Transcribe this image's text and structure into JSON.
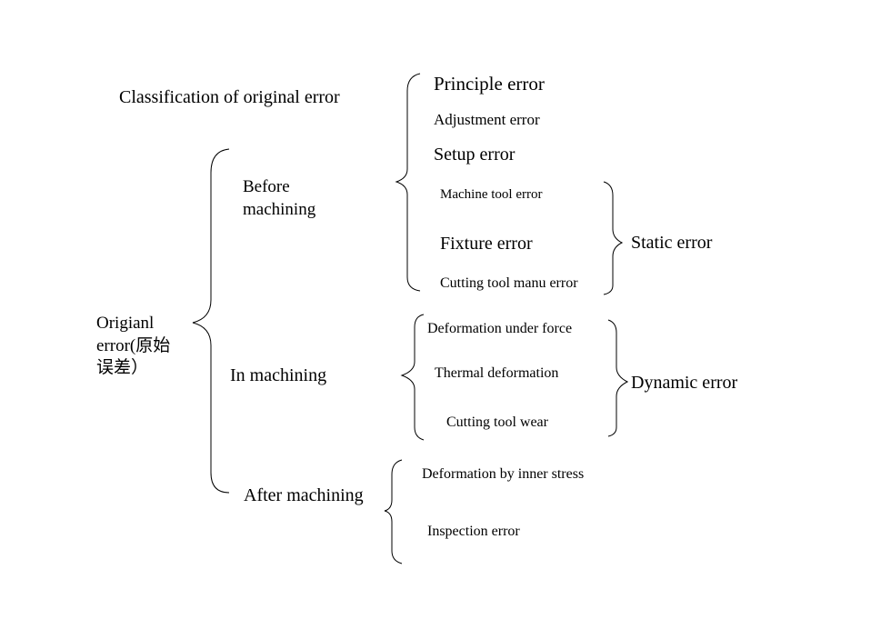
{
  "title": "Classification of original error",
  "root": "Origianl error(原始误差）",
  "stages": {
    "before": "Before machining",
    "in": "In machining",
    "after": "After machining"
  },
  "before_items": {
    "principle": "Principle error",
    "adjustment": "Adjustment error",
    "setup": "Setup error",
    "machine_tool": "Machine tool error",
    "fixture": "Fixture error",
    "cutting_tool_manu": "Cutting tool manu error"
  },
  "in_items": {
    "deformation_force": "Deformation under force",
    "thermal": "Thermal deformation",
    "tool_wear": "Cutting tool wear"
  },
  "after_items": {
    "inner_stress": "Deformation by inner stress",
    "inspection": "Inspection error"
  },
  "groups": {
    "static": "Static error",
    "dynamic": "Dynamic error"
  }
}
